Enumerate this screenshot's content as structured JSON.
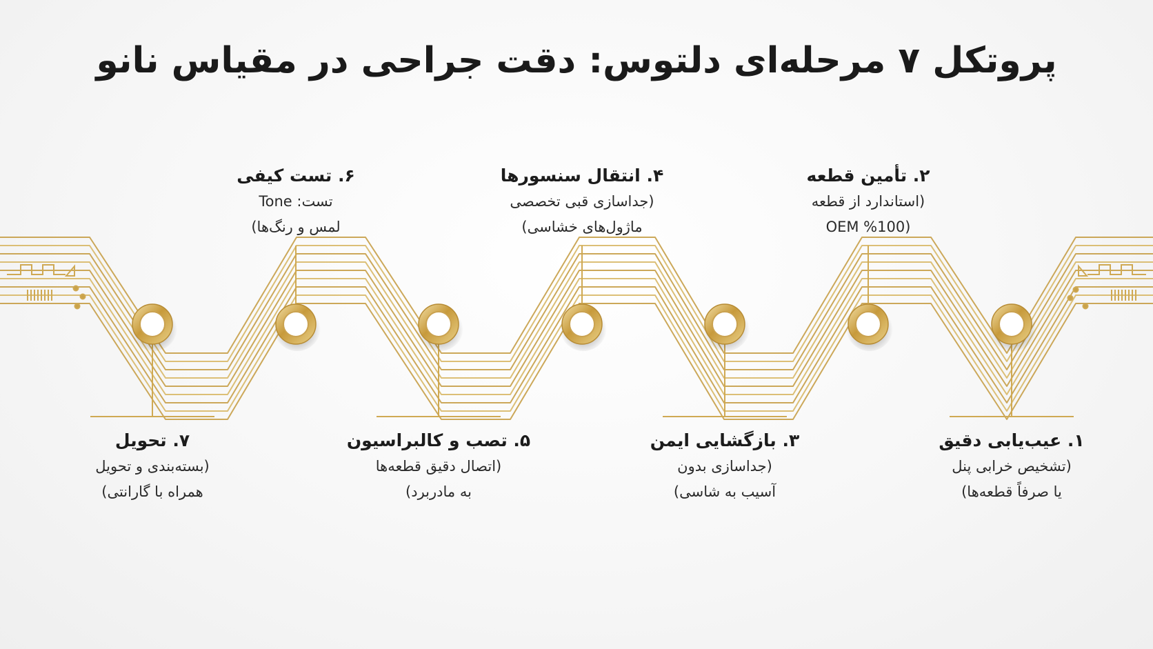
{
  "title": "پروتکل ۷ مرحله‌ای دلتوس: دقت جراحی در مقیاس نانو",
  "colors": {
    "gold": "#c9a24a",
    "gold_light": "#e8cf8f",
    "text": "#1e1e1e",
    "background": "#f5f5f5"
  },
  "steps": [
    {
      "title": "۱. عیب‌یابی دقیق",
      "line1": "(تشخیص خرابی پنل",
      "line2": "یا صرفاً قطعه‌ها)"
    },
    {
      "title": "۲. تأمین قطعه",
      "line1": "(استاندارد از قطعه",
      "line2": "(OEM %100"
    },
    {
      "title": "۳. بازگشایی ایمن",
      "line1": "(جداسازی بدون",
      "line2": "آسیب به شاسی)"
    },
    {
      "title": "۴. انتقال سنسورها",
      "line1": "(جداسازی قبی تخصصی",
      "line2": "ماژول‌های خشاسی)"
    },
    {
      "title": "۵. تصب و کالبراسیون",
      "line1": "(اتصال دقیق قطعه‌ها",
      "line2": "به مادربرد)"
    },
    {
      "title": "۶. تست کیفی",
      "line1": "تست: Tone",
      "line2": "لمس و رنگ‌ها)"
    },
    {
      "title": "۷. تحویل",
      "line1": "(بسته‌بندی و تحویل",
      "line2": "همراه با گارانتی)"
    }
  ]
}
